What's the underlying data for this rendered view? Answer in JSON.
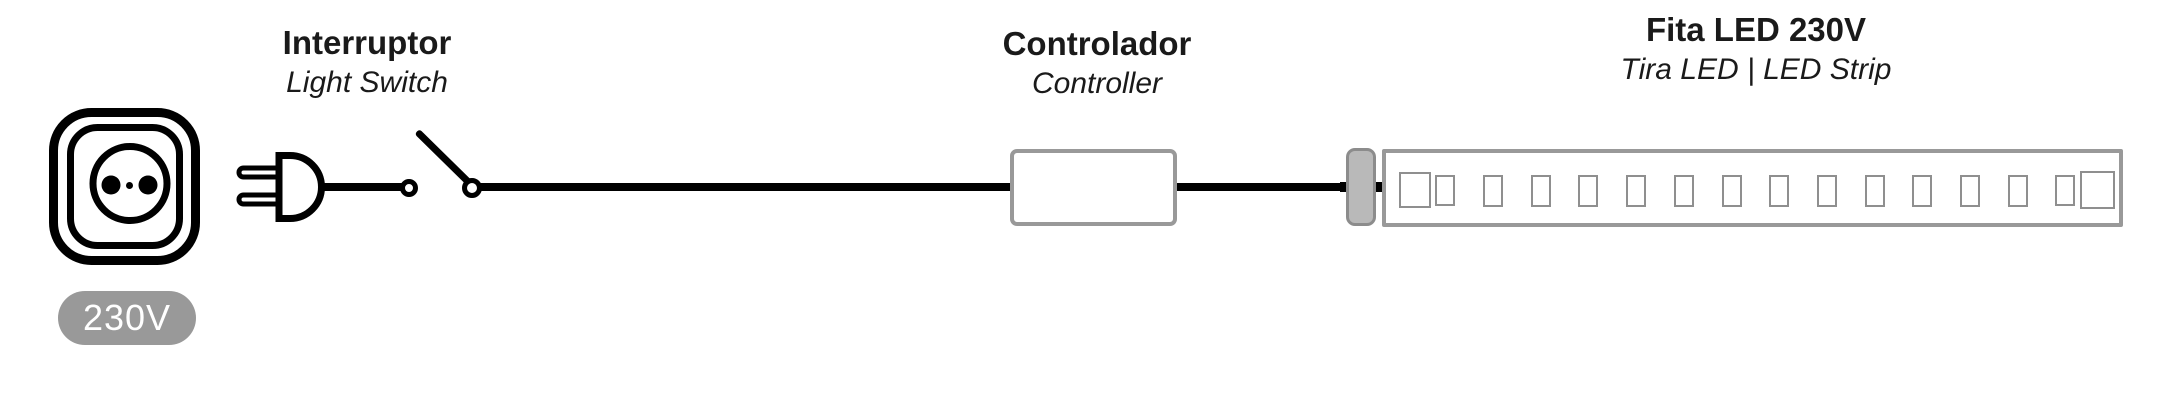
{
  "labels": {
    "switch": {
      "title": "Interruptor",
      "subtitle": "Light Switch"
    },
    "controller": {
      "title": "Controlador",
      "subtitle": "Controller"
    },
    "led_strip": {
      "title": "Fita LED 230V",
      "subtitle": "Tira LED | LED Strip"
    }
  },
  "outlet": {
    "voltage_label": "230V"
  },
  "led_strip": {
    "led_chip_count": 16
  },
  "icons": {
    "power_outlet": "power-outlet-icon",
    "plug": "plug-icon",
    "light_switch": "light-switch-icon",
    "strip_connector": "strip-connector-icon",
    "led_strip": "led-strip-icon"
  },
  "colors": {
    "wire": "#000000",
    "text": "#1a1a1a",
    "voltage_pill_bg": "#999999",
    "voltage_pill_text": "#ffffff",
    "box_border": "#999999",
    "connector_fill": "#b9b9b9",
    "connector_border": "#8c8c8c",
    "led_chip_border": "#8f8f8f",
    "icon_stroke": "#000000"
  }
}
